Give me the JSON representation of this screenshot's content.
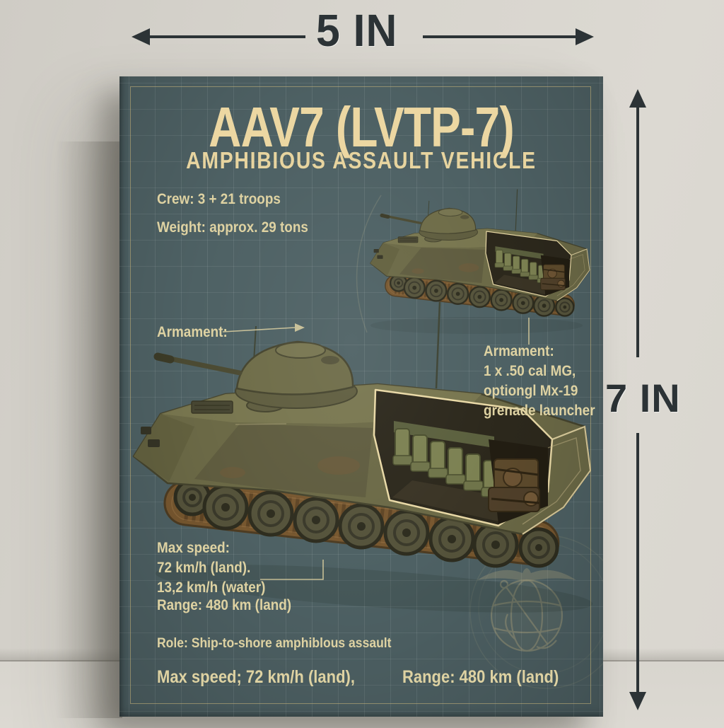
{
  "dimensions": {
    "width_label": "5 IN",
    "height_label": "7 IN"
  },
  "poster": {
    "title": "AAV7 (LVTP-7)",
    "subtitle": "AMPHIBIOUS ASSAULT VEHICLE",
    "specs": {
      "crew": "Crew: 3 + 21 troops",
      "weight": "Weight: approx. 29 tons"
    },
    "armament_callout": "Armament:",
    "armament": {
      "heading": "Armament:",
      "line1": "1 x .50 cal MG,",
      "line2": "optiongl Mx-19",
      "line3": "grenade launcher"
    },
    "max_speed": {
      "heading": "Max speed:",
      "line1": "72 km/h (land).",
      "line2": "13,2 km/h (water)"
    },
    "range": "Range: 480 km (land)",
    "role": "Role: Ship-to-shore amphiblous assault",
    "footer": {
      "max_speed": "Max speed; 72 km/h (land),",
      "range": "Range: 480 km (land)"
    },
    "watermark_icon": "usmc-eagle-globe-anchor",
    "colors": {
      "poster_background": "#4e6164",
      "text_cream": "#ded2a2",
      "title_cream": "#ecd7a2",
      "frame_line": "#c8b27a",
      "dimension_ink": "#2c3336",
      "hull_olive": "#6b6946",
      "track_brown": "#77572f",
      "seat_green": "#7c8152"
    }
  }
}
